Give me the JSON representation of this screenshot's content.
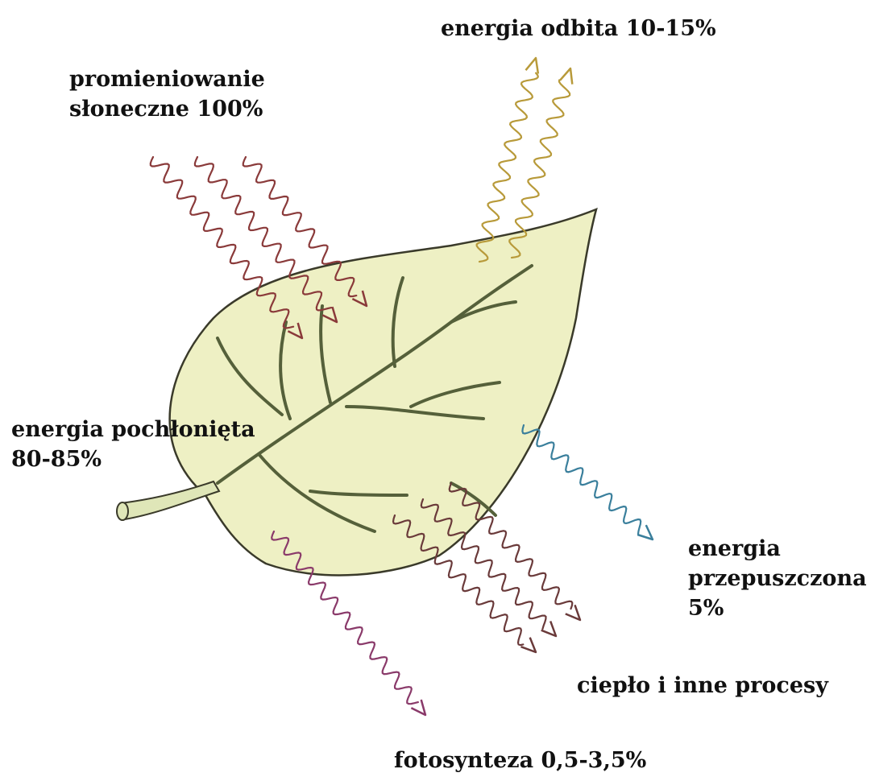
{
  "labels": {
    "solar_line1": "promieniowanie",
    "solar_line2": "słoneczne 100%",
    "reflected": "energia odbita 10-15%",
    "absorbed_line1": "energia pochłonięta",
    "absorbed_line2": "80-85%",
    "transmitted_line1": "energia",
    "transmitted_line2": "przepuszczona",
    "transmitted_line3": "5%",
    "heat": "ciepło i inne procesy",
    "photosynthesis": "fotosynteza 0,5-3,5%"
  },
  "colors": {
    "leaf_fill": "#eef0c4",
    "leaf_stroke": "#3a3a2a",
    "vein": "#55603a",
    "incoming_wave": "#8a3a3a",
    "reflected_wave": "#b89a3a",
    "transmitted_wave": "#3a7f9c",
    "heat_wave": "#6a3a3a",
    "photosynthesis_wave": "#8a3a6a"
  }
}
